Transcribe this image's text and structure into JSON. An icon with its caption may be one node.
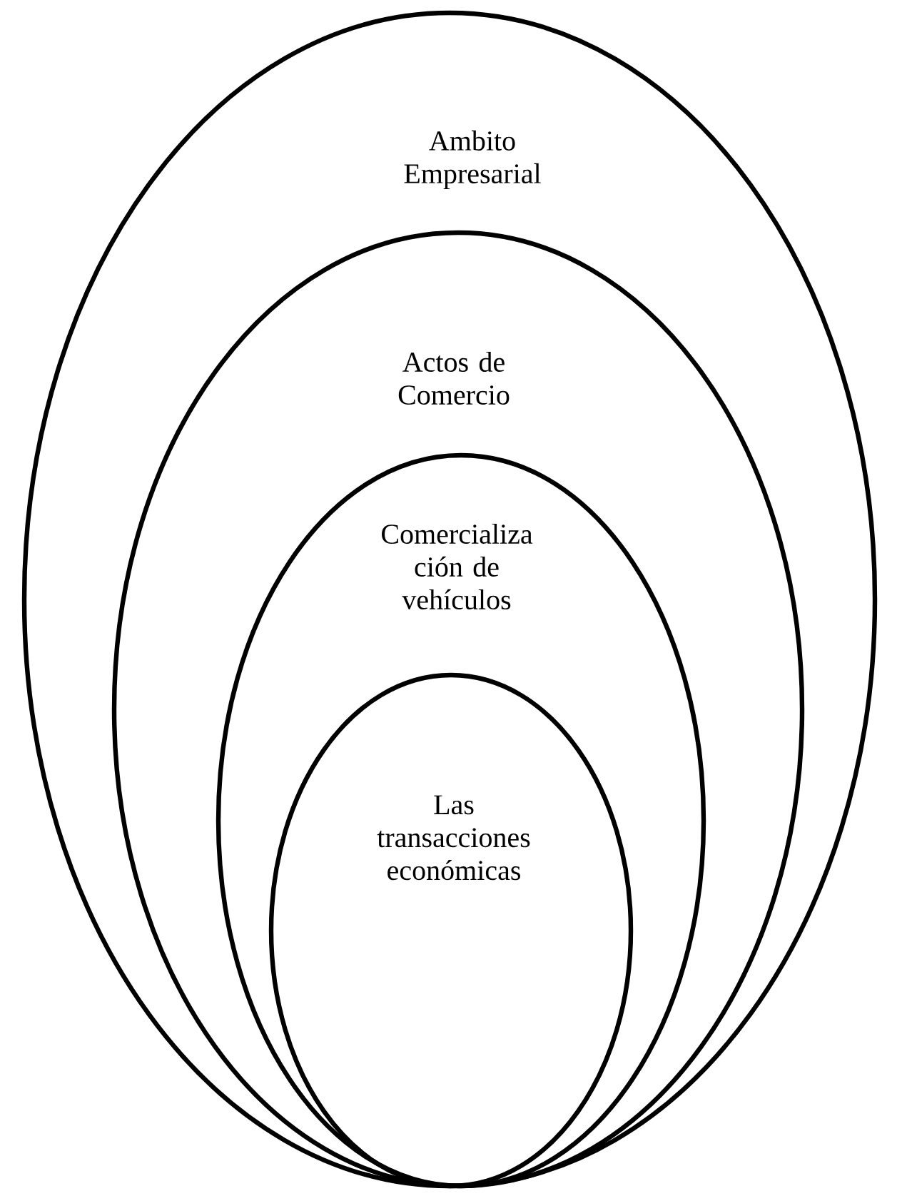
{
  "diagram": {
    "nodes": [
      {
        "text": [
          "Ambito Empresarial"
        ]
      },
      {
        "text": [
          "Actos de Comercio"
        ],
        "in": 0
      },
      {
        "text": [
          "Comercializa ción de vehículos"
        ],
        "in": 1
      },
      {
        "text": [
          "Las transacciones económicas"
        ],
        "in": 2
      }
    ]
  }
}
